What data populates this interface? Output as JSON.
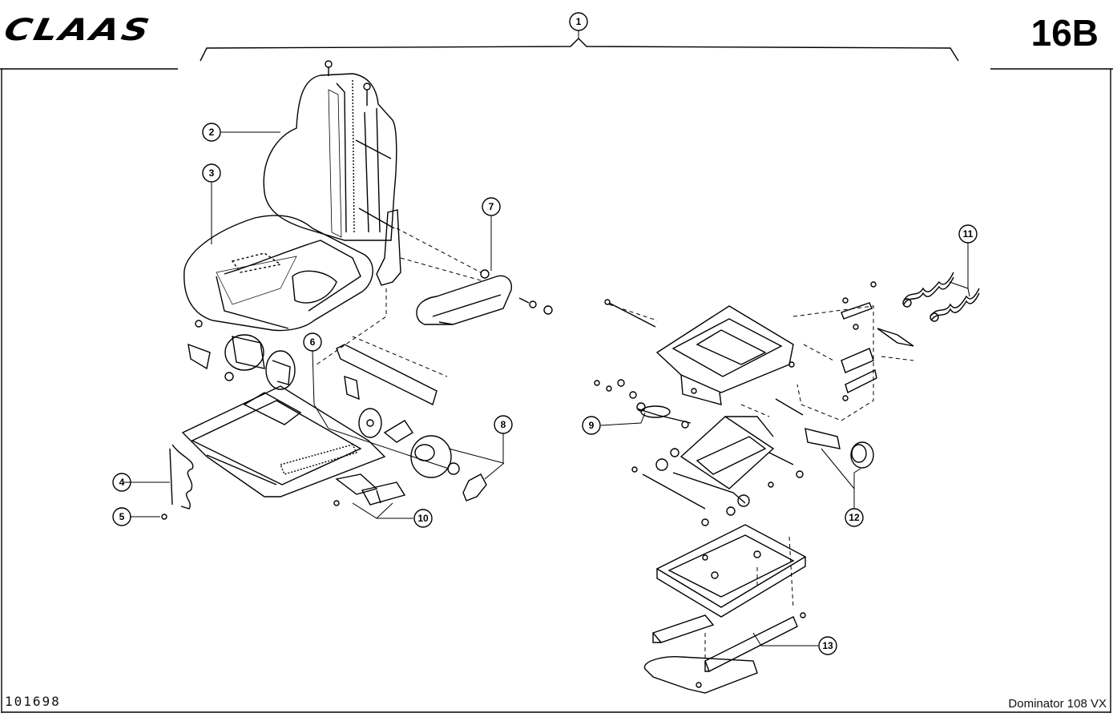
{
  "header": {
    "brand": "CLAAS",
    "page_code": "16B"
  },
  "footer": {
    "doc_number": "101698",
    "model": "Dominator 108 VX"
  },
  "callouts": [
    "1",
    "2",
    "3",
    "4",
    "5",
    "6",
    "7",
    "8",
    "9",
    "10",
    "11",
    "12",
    "13"
  ],
  "colors": {
    "line": "#000000",
    "background": "#ffffff"
  }
}
